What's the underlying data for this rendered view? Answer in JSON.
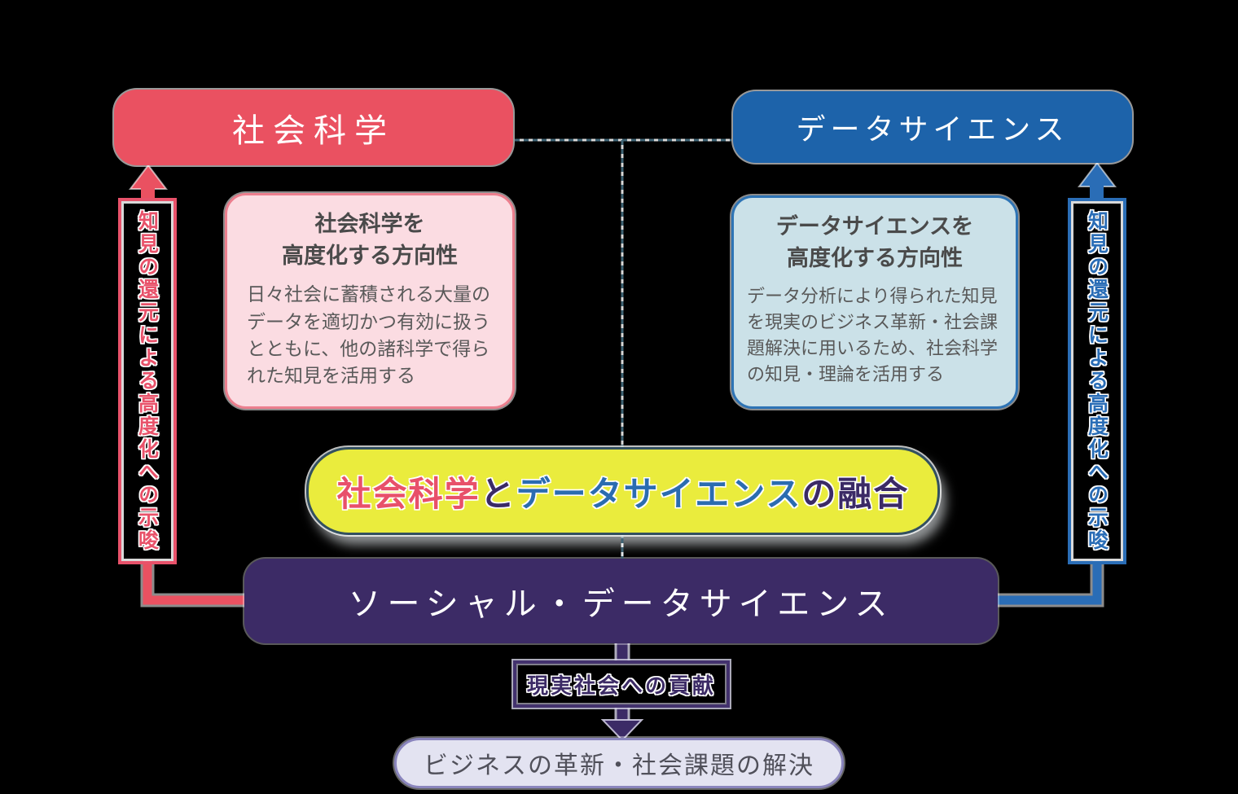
{
  "colors": {
    "red": "#ea5161",
    "blue": "#1d63aa",
    "pink_bg": "#fbdce2",
    "pink_border": "#ec7f8e",
    "lightblue_bg": "#cbe1e8",
    "lightblue_border": "#2e74b5",
    "yellow_bg": "#eaec3d",
    "yellow_border": "#33505f",
    "purple": "#3c2b66",
    "lavender_bg": "#e3e3f1",
    "lavender_border": "#8a85bd",
    "dash_line": "#3f6475"
  },
  "top_left_box": {
    "label": "社会科学"
  },
  "top_right_box": {
    "label": "データサイエンス"
  },
  "left_panel": {
    "title": "社会科学を\n高度化する方向性",
    "body": "日々社会に蓄積される大量の\nデータを適切かつ有効に扱う\nとともに、他の諸科学で得ら\nれた知見を活用する"
  },
  "right_panel": {
    "title": "データサイエンスを\n高度化する方向性",
    "body": "データ分析により得られた知見\nを現実のビジネス革新・社会課\n題解決に用いるため、社会科学\nの知見・理論を活用する"
  },
  "fusion_box": {
    "segments": [
      {
        "text": "社会科学",
        "color": "#e8506a"
      },
      {
        "text": "と",
        "color": "#3b2a66"
      },
      {
        "text": "データサイエンス",
        "color": "#2b6cb0"
      },
      {
        "text": "の融合",
        "color": "#3b2a66"
      }
    ]
  },
  "social_ds_box": {
    "label": "ソーシャル・データサイエンス"
  },
  "contribution_box": {
    "label": "現実社会への貢献"
  },
  "outcome_box": {
    "label": "ビジネスの革新・社会課題の解決"
  },
  "left_feedback": {
    "label": "知見の還元による高度化への示唆"
  },
  "right_feedback": {
    "label": "知見の還元による高度化への示唆"
  }
}
